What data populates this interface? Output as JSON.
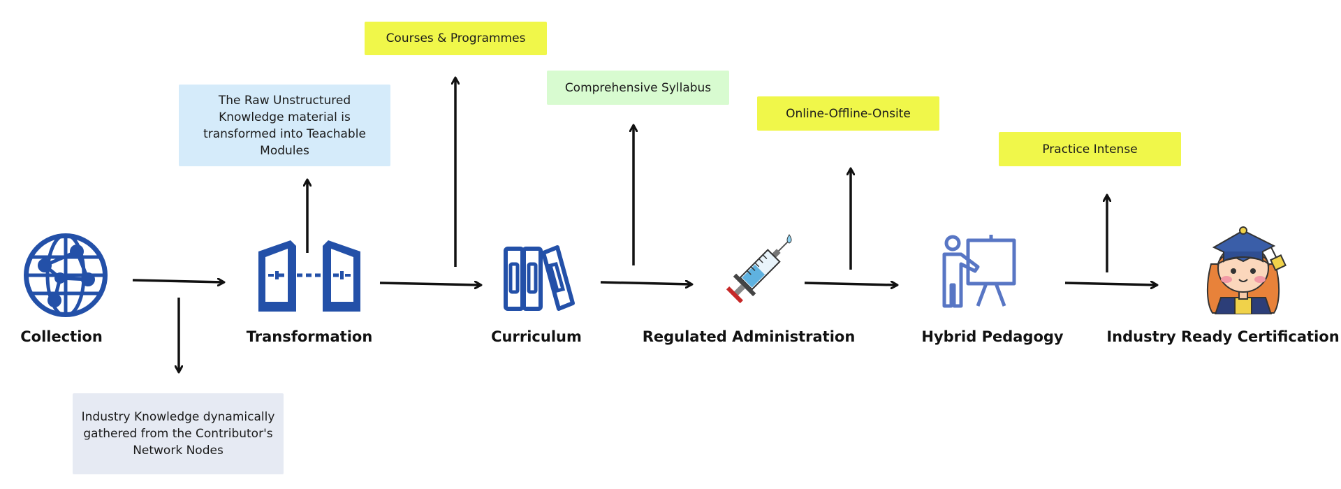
{
  "colors": {
    "icon_blue": "#2350A8",
    "arrow": "#111111",
    "yellow_box": "#F0F74A",
    "blue_box": "#D5EBFA",
    "green_box": "#D8FBD0",
    "gray_box": "#E6EAF3",
    "label": "#111111"
  },
  "stages": [
    {
      "id": "collection",
      "label": "Collection",
      "icon": "globe-network-icon"
    },
    {
      "id": "transformation",
      "label": "Transformation",
      "icon": "transform-binders-icon"
    },
    {
      "id": "curriculum",
      "label": "Curriculum",
      "icon": "books-icon"
    },
    {
      "id": "regulated-administration",
      "label": "Regulated Administration",
      "icon": "syringe-icon"
    },
    {
      "id": "hybrid-pedagogy",
      "label": "Hybrid Pedagogy",
      "icon": "teacher-board-icon"
    },
    {
      "id": "industry-ready-certification",
      "label": "Industry Ready Certification",
      "icon": "graduate-icon"
    }
  ],
  "notes": {
    "industry_knowledge": "Industry Knowledge dynamically gathered from the Contributor's Network Nodes",
    "raw_knowledge": "The Raw Unstructured Knowledge material is  transformed into Teachable Modules",
    "courses": "Courses & Programmes",
    "syllabus": "Comprehensive Syllabus",
    "online": "Online-Offline-Onsite",
    "practice": "Practice Intense"
  }
}
